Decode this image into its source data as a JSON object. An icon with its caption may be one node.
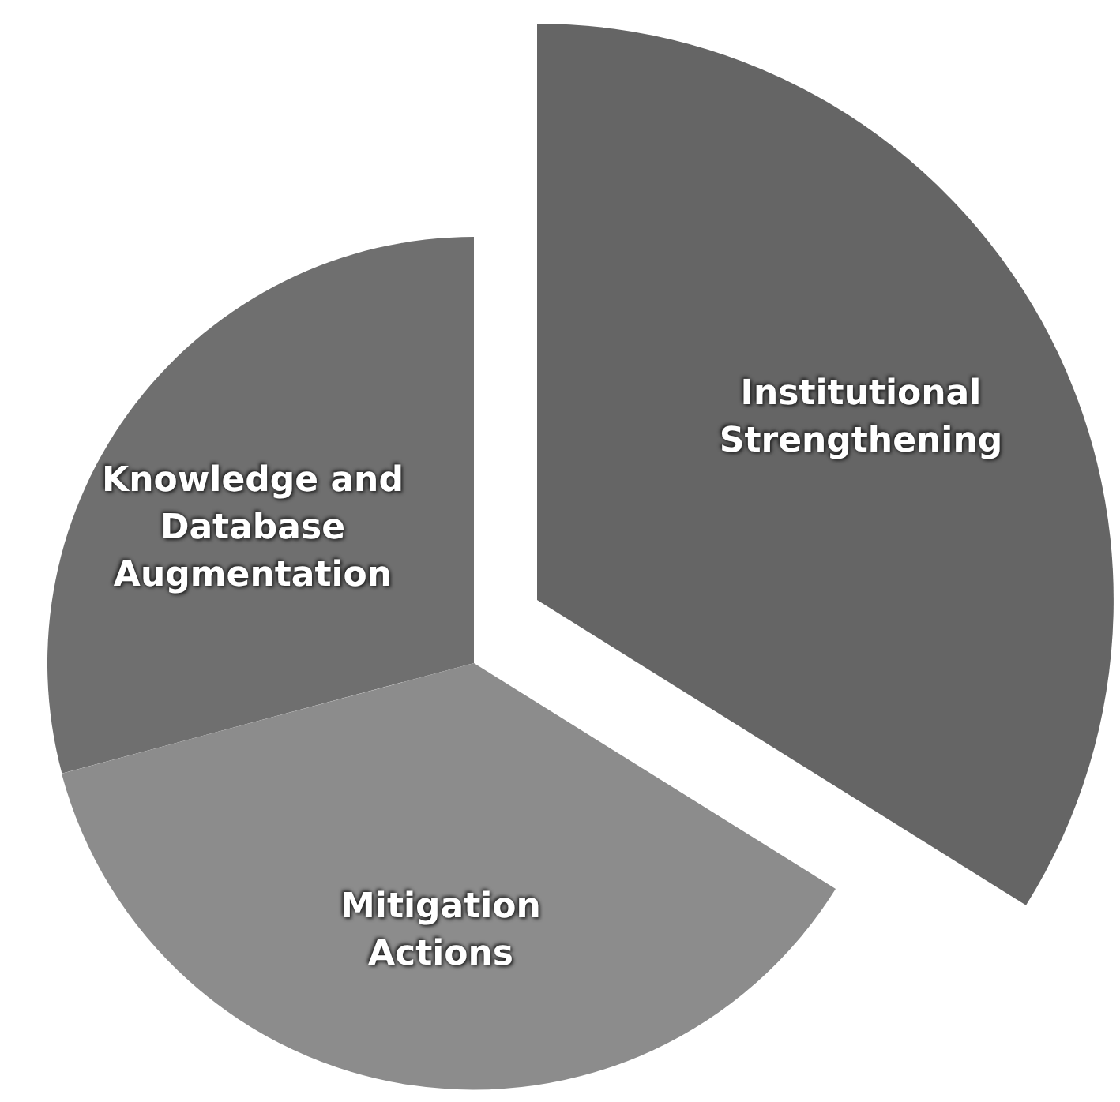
{
  "diagram": {
    "nodes": [
      {
        "text": [
          "Knowledge and Database Augmentation"
        ]
      },
      {
        "text": [
          "Institutional Strengthening"
        ]
      },
      {
        "text": [
          "Mitigation Actions"
        ]
      }
    ]
  }
}
